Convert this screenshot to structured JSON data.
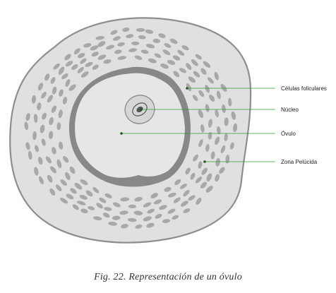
{
  "labels": {
    "celulas_foliculares": "Células foliculares",
    "nucleo": "Núcleo",
    "ovulo": "Óvulo",
    "zona_pelucida": "Zona Pelúcida"
  },
  "caption": "Fig. 22. Representación de un óvulo",
  "colors": {
    "outer_fill": "#e0e0e0",
    "outer_stroke": "#8e8e8e",
    "cell_fill": "#a8a8a8",
    "zona_fill": "#888888",
    "ovum_fill": "#e6e6e6",
    "nucleus_fill": "#d6d6d6",
    "nucleus_stroke": "#8a8a8a",
    "nucleolus_fill": "#555555",
    "leader_line": "#2e9a3a"
  }
}
